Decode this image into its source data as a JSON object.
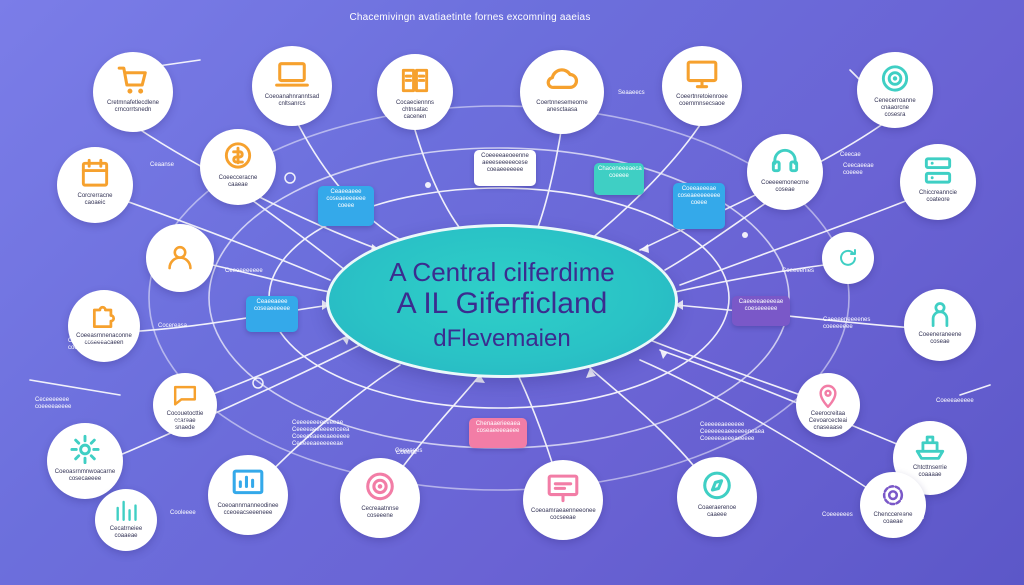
{
  "caption": "Chacemivingn avatiaetinte fornes excomning aaeias",
  "center": {
    "line1": "A  Central  cilferdime",
    "line2": "A IL  Giferficland",
    "line3": "dFlevemaien"
  },
  "colors": {
    "background": "#6c6fdc",
    "center_fill": "#2ac3c6",
    "center_text": "#3b2c8f",
    "wire": "#ffffff",
    "orange": "#f6a12e",
    "teal": "#3fcfc4",
    "pink": "#f27da6",
    "purple": "#7a58c8",
    "blue": "#34a9ea"
  },
  "nodes": [
    {
      "icon": "shopping-cart-icon",
      "color": "#f6a12e",
      "label": "Cretmnafetlecdlene\ncrncorrtsnedn"
    },
    {
      "icon": "laptop-icon",
      "color": "#f6a12e",
      "label": "Coeoanahnranntsad\ncnltsanrcs"
    },
    {
      "icon": "book-icon",
      "color": "#f6a12e",
      "label": "Cocaeciennns\nchtnsatac\ncacenen"
    },
    {
      "icon": "cloud-icon",
      "color": "#f6a12e",
      "label": "Coertnnesemeorne\nanesctaasa"
    },
    {
      "icon": "monitor-icon",
      "color": "#f6a12e",
      "label": "Coeertnretoienroee\ncoernmnsecsaoe"
    },
    {
      "icon": "target-icon",
      "color": "#3fcfc4",
      "label": "Cenecerroanne\ncnaaorcne\ncosesra"
    },
    {
      "icon": "calendar-icon",
      "color": "#f6a12e",
      "label": "Corcrerracne\ncaoaeic"
    },
    {
      "icon": "coin-icon",
      "color": "#f6a12e",
      "label": "Coeecceracne\ncaaeae"
    },
    {
      "icon": "headset-icon",
      "color": "#3fcfc4",
      "label": "Coeeeemonecrne\ncoseae"
    },
    {
      "icon": "server-icon",
      "color": "#3fcfc4",
      "label": "Chiccreanncie\ncoateore"
    },
    {
      "icon": "user-icon",
      "color": "#f6a12e",
      "label": ""
    },
    {
      "icon": "refresh-icon",
      "color": "#3fcfc4",
      "label": ""
    },
    {
      "icon": "puzzle-icon",
      "color": "#f6a12e",
      "label": "Coeeasrnnenaconne\ncoseeeacaeen"
    },
    {
      "icon": "person-icon",
      "color": "#3fcfc4",
      "label": "Coeeneraneene\ncoseae"
    },
    {
      "icon": "chat-icon",
      "color": "#f6a12e",
      "label": "Cocouetocttie\nccaraae\nsnaede"
    },
    {
      "icon": "location-pin-icon",
      "color": "#f27da6",
      "label": "Ceerocreitaa\nCevoarcecteai\ncnaseaase"
    },
    {
      "icon": "settings-icon",
      "color": "#3fcfc4",
      "label": "Coeoasrnmnwoacarne\ncosecaeeee"
    },
    {
      "icon": "ship-icon",
      "color": "#3fcfc4",
      "label": "Chtcttnserrie\ncoaaaae"
    },
    {
      "icon": "bar-chart-icon",
      "color": "#3fcfc4",
      "label": "Cecatrneiee\ncoaaeae"
    },
    {
      "icon": "dashboard-icon",
      "color": "#34a9ea",
      "label": "Coeoannrnanneodinee\ncceoeacseeeneee"
    },
    {
      "icon": "target-icon",
      "color": "#f27da6",
      "label": "Cecreaatnnse\ncoseeene"
    },
    {
      "icon": "presentation-icon",
      "color": "#f27da6",
      "label": "Coeoamraeaenneeonee\ncocseeae"
    },
    {
      "icon": "compass-icon",
      "color": "#3fcfc4",
      "label": "Coaeraerenoe\ncaaeee"
    },
    {
      "icon": "gear-icon",
      "color": "#7a58c8",
      "label": "Chenccereane\ncoaeae"
    }
  ],
  "tags": [
    {
      "style": "white",
      "text": "Coeeeeaeoeenne\naeeeseeeeecese\ncoeaeeeeeee"
    },
    {
      "style": "blue",
      "text": "Ceaeeaeee\ncoseaeeeeeee\ncoeee"
    },
    {
      "style": "teal",
      "text": "Chaceneeeaeca\ncoeeee"
    },
    {
      "style": "blue",
      "text": "Ceaeeaeee\ncoseaeeeeee"
    },
    {
      "style": "blue",
      "text": "Coeeaeeeae\ncoseaeeeeeeee\ncoeee"
    },
    {
      "style": "purple",
      "text": "Caeeeeaeeeeae\ncoeseeeeee"
    },
    {
      "style": "pink",
      "text": "Chenaaerieeaea\ncoseaeeeeaeee"
    }
  ],
  "float_labels": [
    "Ceaanse",
    "Seaaeecs",
    "Ceecae",
    "Ceecaeeae\ncoeeee",
    "Cocereasa",
    "Caeeeeneeeenes\ncoeeeeeee",
    "Ceeeeeeaneae\ncoeseeeae",
    "Cooleeee",
    "Coeeeeees",
    "Ceeeeeeeeee",
    "Coeeeenies",
    "Ceceeeeeee\ncoeeeeaeeee",
    "Coeeeaeeeee",
    "Ceaaae",
    "Ceeeeeeeeeeeeae\nCeeeeaeeeeeenceea\nCoeeeeaeeeaeeeeee\nCeeeeeaeeeeeeae",
    "Coeees",
    "Ceeeeeaeeeeee\nCeeeeeeaeeeeeeneaea\nCoeeeeaeeeaeeeee",
    "Ceeeeees",
    "Ceeeaee"
  ]
}
